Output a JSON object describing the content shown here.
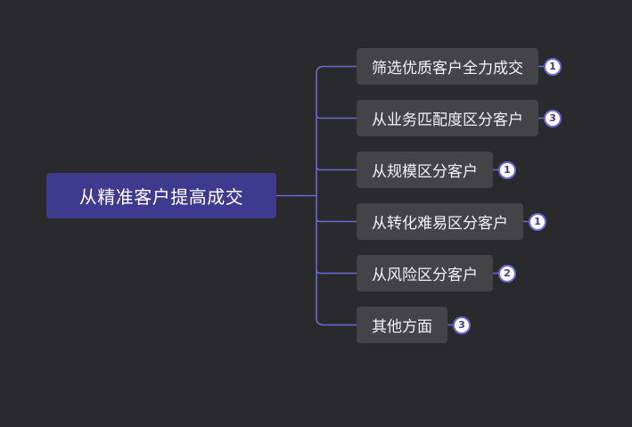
{
  "root": {
    "label": "从精准客户提高成交"
  },
  "branches": [
    {
      "label": "筛选优质客户全力成交",
      "count": "1"
    },
    {
      "label": "从业务匹配度区分客户",
      "count": "3"
    },
    {
      "label": "从规模区分客户",
      "count": "1"
    },
    {
      "label": "从转化难易区分客户",
      "count": "1"
    },
    {
      "label": "从风险区分客户",
      "count": "2"
    },
    {
      "label": "其他方面",
      "count": "3"
    }
  ],
  "colors": {
    "background": "#2a2a2c",
    "root_fill": "#3e3a8e",
    "branch_fill": "#444446",
    "connector": "#6b66d9",
    "badge_fill": "#ffffff"
  }
}
